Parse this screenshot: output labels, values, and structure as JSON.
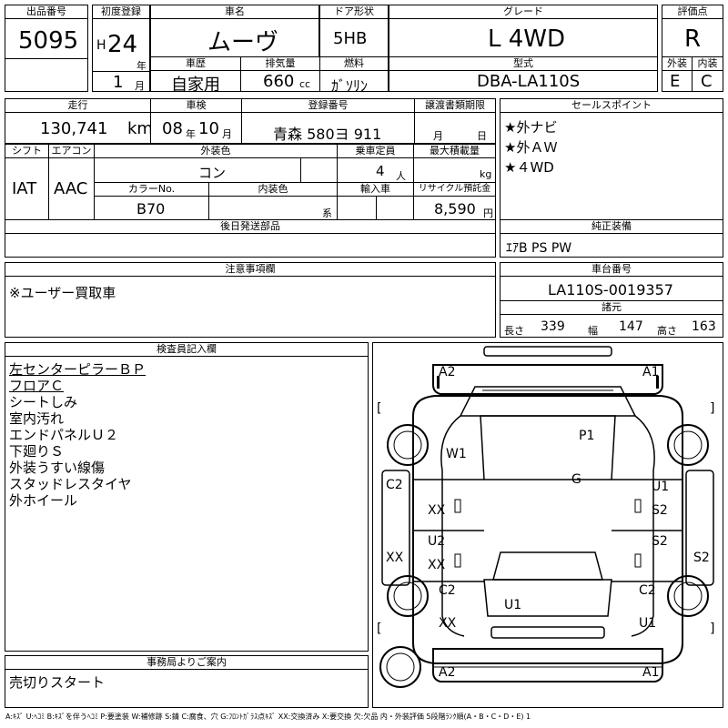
{
  "header": {
    "lot_label": "出品番号",
    "lot_value": "5095",
    "first_reg_label": "初度登録",
    "era": "H",
    "year": "24",
    "year_unit": "年",
    "month": "1",
    "month_unit": "月",
    "car_name_label": "車名",
    "car_name": "ムーヴ",
    "door_label": "ドア形状",
    "door": "5HB",
    "grade_label": "グレード",
    "grade": "L 4WD",
    "score_label": "評価点",
    "score": "R",
    "history_label": "車歴",
    "history": "自家用",
    "displacement_label": "排気量",
    "displacement": "660",
    "displacement_unit": "cc",
    "fuel_label": "燃料",
    "fuel": "ｶﾞｿﾘﾝ",
    "model_label": "型式",
    "model": "DBA-LA110S",
    "ext_label": "外装",
    "ext": "E",
    "int_label": "内装",
    "int": "C"
  },
  "row2": {
    "mileage_label": "走行",
    "mileage": "130,741",
    "mileage_unit": "km",
    "inspection_label": "車検",
    "insp_year": "08",
    "insp_year_unit": "年",
    "insp_month": "10",
    "insp_month_unit": "月",
    "plate_label": "登録番号",
    "plate": "青森 580ヨ 911",
    "transfer_label": "譲渡書類期限",
    "transfer_month_unit": "月",
    "transfer_day_unit": "日",
    "shift_label": "シフト",
    "shift": "IAT",
    "ac_label": "エアコン",
    "ac": "AAC",
    "color_label": "外装色",
    "color": "コン",
    "capacity_label": "乗車定員",
    "capacity": "4",
    "capacity_unit": "人",
    "load_label": "最大積載量",
    "load_unit": "kg",
    "color_no_label": "カラーNo.",
    "color_no": "B70",
    "interior_color_label": "内装色",
    "interior_color_suffix": "系",
    "import_label": "輸入車",
    "recycle_label": "リサイクル預託金",
    "recycle": "8,590",
    "recycle_unit": "円",
    "later_parts_label": "後日発送部品"
  },
  "selling_points": {
    "label": "セールスポイント",
    "items": [
      "★外ナビ",
      "★外ＡＷ",
      "★４WD"
    ]
  },
  "equipment": {
    "label": "純正装備",
    "value": "ｴｱB PS PW"
  },
  "notes": {
    "label": "注意事項欄",
    "value": "※ユーザー買取車"
  },
  "chassis": {
    "label": "車台番号",
    "value": "LA110S-0019357",
    "dims_label": "諸元",
    "length_label": "長さ",
    "length": "339",
    "width_label": "幅",
    "width": "147",
    "height_label": "高さ",
    "height": "163"
  },
  "inspector": {
    "label": "検査員記入欄",
    "lines": [
      "左センターピラーＢＰ",
      "フロアＣ",
      "シートしみ",
      "室内汚れ",
      "エンドパネルＵ２",
      "下廻りＳ",
      "外装うすい線傷",
      "スタッドレスタイヤ",
      "外ホイール"
    ]
  },
  "office": {
    "label": "事務局よりご案内",
    "value": "売切りスタート"
  },
  "diagram_marks": {
    "a2_front": "A2",
    "a1_front": "A1",
    "p1": "P1",
    "w1": "W1",
    "g": "G",
    "c2_left": "C2",
    "xx_left1": "XX",
    "u1_right1": "U1",
    "s2_right1": "S2",
    "u2_left": "U2",
    "xx_left2": "XX",
    "s2_right2": "S2",
    "xx_far_left": "XX",
    "s2_far_right": "S2",
    "c2_left2": "C2",
    "u1_center": "U1",
    "c2_right2": "C2",
    "xx_left3": "XX",
    "u1_right2": "U1",
    "a2_rear": "A2",
    "a1_rear": "A1",
    "bracket_l1": "[",
    "bracket_r1": "]",
    "bracket_l2": "[",
    "bracket_r2": "]"
  },
  "legend": "A:ｷｽﾞ U:ﾍｺﾐ B:ｷｽﾞを伴うﾍｺﾐ P:要塗装 W:補修跡 S:錆 C:腐食、穴 G:ﾌﾛﾝﾄｶﾞﾗｽ点ｷｽﾞ XX:交換済み X:要交換 欠:欠品 内・外装評価 5段階ﾗﾝｸ順(A・B・C・D・E) 1"
}
